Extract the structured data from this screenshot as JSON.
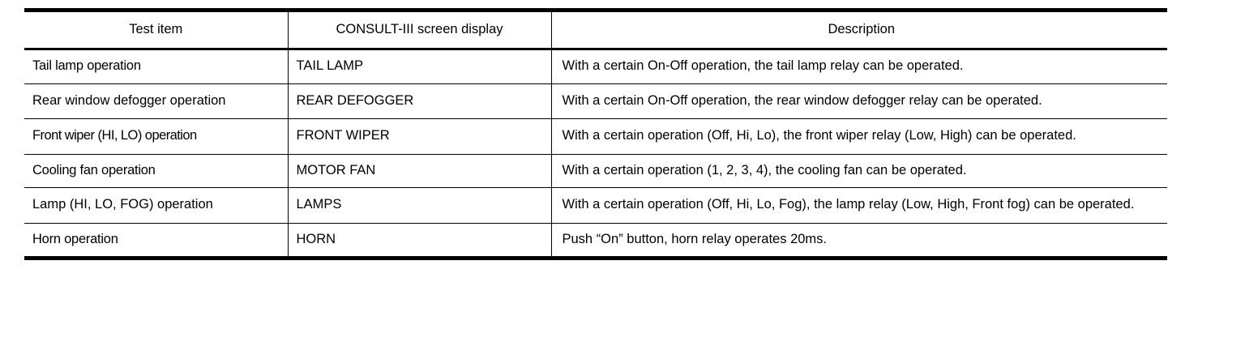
{
  "table": {
    "name": "consult-iii-active-test-item-table",
    "columns": [
      {
        "key": "test_item",
        "label": "Test item"
      },
      {
        "key": "screen_display",
        "label": "CONSULT-III screen display"
      },
      {
        "key": "description",
        "label": "Description"
      }
    ],
    "rows": [
      {
        "test_item": "Tail lamp operation",
        "screen_display": "TAIL LAMP",
        "description": "With a certain On-Off operation, the tail lamp relay can be operated."
      },
      {
        "test_item": "Rear window defogger operation",
        "screen_display": "REAR DEFOGGER",
        "description": "With a certain On-Off operation, the rear window defogger relay can be operated."
      },
      {
        "test_item": "Front wiper (HI, LO) operation",
        "screen_display": "FRONT WIPER",
        "description": "With a certain operation (Off, Hi, Lo), the front wiper relay (Low, High) can be operated."
      },
      {
        "test_item": "Cooling fan operation",
        "screen_display": "MOTOR FAN",
        "description": "With a certain operation (1, 2, 3, 4), the cooling fan can be operated."
      },
      {
        "test_item": "Lamp (HI, LO, FOG) operation",
        "screen_display": "LAMPS",
        "description": "With a certain operation (Off, Hi, Lo, Fog), the lamp relay (Low, High, Front fog) can be operated."
      },
      {
        "test_item": "Horn operation",
        "screen_display": "HORN",
        "description": "Push “On” button, horn relay operates 20ms."
      }
    ]
  },
  "colors": {
    "text": "#000000",
    "background": "#ffffff",
    "rule": "#000000"
  }
}
